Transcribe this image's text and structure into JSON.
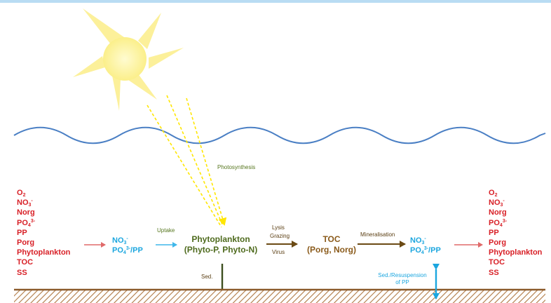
{
  "colors": {
    "variables": "#d81f26",
    "nutrients": "#1ba6df",
    "phyto": "#4f6b1e",
    "toc": "#8a5a1a",
    "water_line": "#4a7fc4",
    "sun": "#fdf39a",
    "sediment": "#8b5a2b"
  },
  "left_list": [
    {
      "base": "O",
      "sub": "2",
      "sup": ""
    },
    {
      "base": "NO",
      "sub": "3",
      "sup": "-"
    },
    {
      "base": "Norg",
      "sub": "",
      "sup": ""
    },
    {
      "base": "PO",
      "sub": "4",
      "sup": "3-"
    },
    {
      "base": "PP",
      "sub": "",
      "sup": ""
    },
    {
      "base": "Porg",
      "sub": "",
      "sup": ""
    },
    {
      "base": "Phytoplankton",
      "sub": "",
      "sup": ""
    },
    {
      "base": "TOC",
      "sub": "",
      "sup": ""
    },
    {
      "base": "SS",
      "sub": "",
      "sup": ""
    }
  ],
  "right_list": [
    {
      "base": "O",
      "sub": "2",
      "sup": ""
    },
    {
      "base": "NO",
      "sub": "3",
      "sup": "-"
    },
    {
      "base": "Norg",
      "sub": "",
      "sup": ""
    },
    {
      "base": "PO",
      "sub": "4",
      "sup": "3-"
    },
    {
      "base": "PP",
      "sub": "",
      "sup": ""
    },
    {
      "base": "Porg",
      "sub": "",
      "sup": ""
    },
    {
      "base": "Phytoplankton",
      "sub": "",
      "sup": ""
    },
    {
      "base": "TOC",
      "sub": "",
      "sup": ""
    },
    {
      "base": "SS",
      "sub": "",
      "sup": ""
    }
  ],
  "nutrients_left": {
    "no3": "NO",
    "no3_sub": "3",
    "no3_sup": "-",
    "po4": "PO",
    "po4_sub": "4",
    "po4_sup": "3-",
    "po4_suffix": "/PP"
  },
  "nutrients_right": {
    "no3": "NO",
    "no3_sub": "3",
    "no3_sup": "-",
    "po4": "PO",
    "po4_sub": "4",
    "po4_sup": "3-",
    "po4_suffix": "/PP"
  },
  "phytoplankton": {
    "line1": "Phytoplankton",
    "line2": "(Phyto-P, Phyto-N)"
  },
  "toc": {
    "line1": "TOC",
    "line2": "(Porg, Norg)"
  },
  "process_labels": {
    "photosynthesis": "Photosynthesis",
    "uptake": "Uptake",
    "lysis": "Lysis",
    "grazing": "Grazing",
    "virus": "Virus",
    "mineralisation": "Mineralisation",
    "sed": "Sed.",
    "sed_resuspension_line1": "Sed./Resuspension",
    "sed_resuspension_line2": "of PP"
  }
}
